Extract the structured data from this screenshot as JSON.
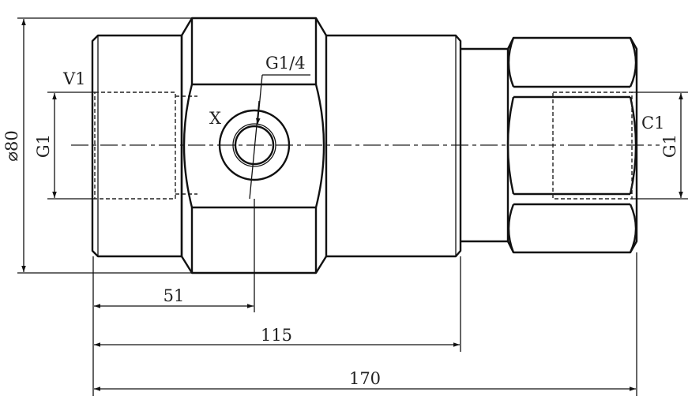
{
  "drawing": {
    "labels": {
      "port_v": "V1",
      "port_c": "C1",
      "port_x": "X",
      "gauge_thread": "G1/4",
      "left_thread": "G1",
      "right_thread": "G1"
    },
    "dimensions": {
      "diameter": "⌀80",
      "to_gauge_port": "51",
      "to_neck": "115",
      "overall": "170"
    },
    "line_color": "#111111"
  }
}
